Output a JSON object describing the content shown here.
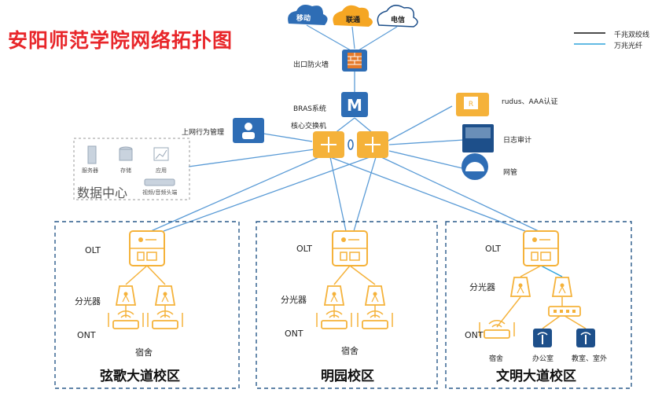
{
  "title": "安阳师范学院网络拓扑图",
  "legend": {
    "gigabit_label": "千兆双绞线",
    "tengig_label": "万兆光纤",
    "gigabit_color": "#111111",
    "tengig_color": "#2ea3dc"
  },
  "clouds": [
    {
      "label": "移动",
      "fill": "#2e6db5",
      "text_color": "#ffffff"
    },
    {
      "label": "联通",
      "fill": "#f5a623",
      "text_color": "#222222"
    },
    {
      "label": "电信",
      "fill": "#ffffff",
      "text_color": "#222222"
    }
  ],
  "core": {
    "firewall_label": "出口防火墙",
    "bras_label": "BRAS系统",
    "switch_label": "核心交换机",
    "behavior_label": "上网行为管理",
    "rudus_label": "rudus、AAA认证",
    "log_label": "日志审计",
    "nms_label": "网管"
  },
  "datacenter": {
    "title": "数据中心",
    "items": [
      "服务器",
      "存储",
      "应用",
      "视频/音频头端"
    ]
  },
  "campuses": [
    {
      "name": "弦歌大道校区",
      "olt": "OLT",
      "splitter": "分光器",
      "ont": "ONT",
      "dorm": "宿舍"
    },
    {
      "name": "明园校区",
      "olt": "OLT",
      "splitter": "分光器",
      "ont": "ONT",
      "dorm": "宿舍"
    },
    {
      "name": "文明大道校区",
      "olt": "OLT",
      "splitter": "分光器",
      "ont": "ONT",
      "dorm": "宿舍",
      "office": "办公室",
      "classroom": "教室、室外"
    }
  ]
}
